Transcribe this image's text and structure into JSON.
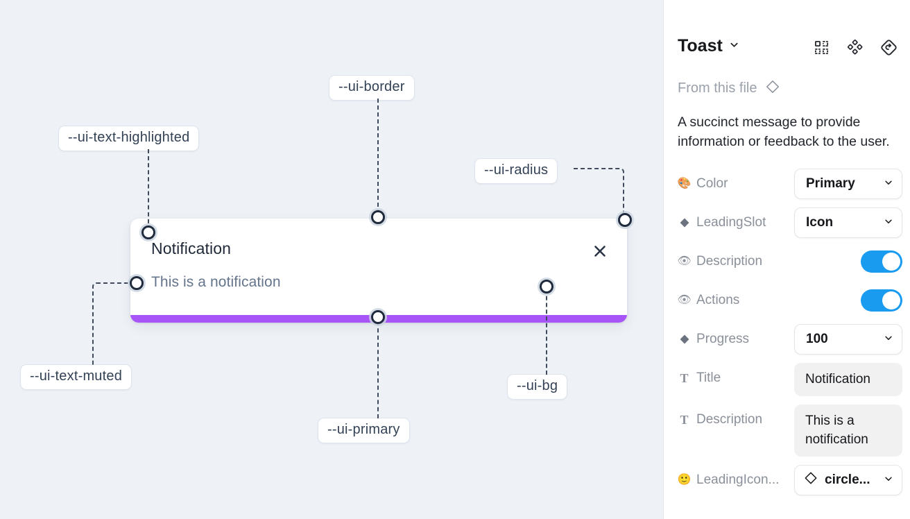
{
  "canvas": {
    "background_color": "#eef2f7",
    "toast": {
      "title": "Notification",
      "description": "This is a notification",
      "close_icon": "close-x-icon",
      "progress_color": "#a855f7",
      "progress_percent": 100,
      "background_color": "#ffffff"
    },
    "annotations": [
      {
        "label": "--ui-text-highlighted"
      },
      {
        "label": "--ui-border"
      },
      {
        "label": "--ui-radius"
      },
      {
        "label": "--ui-text-muted"
      },
      {
        "label": "--ui-primary"
      },
      {
        "label": "--ui-bg"
      }
    ]
  },
  "panel": {
    "title": "Toast",
    "title_chevron_icon": "chevron-down-icon",
    "header_icons": [
      {
        "name": "component-grid-icon"
      },
      {
        "name": "variants-diamond-icon"
      },
      {
        "name": "reset-instance-icon"
      }
    ],
    "from_file_label": "From this file",
    "from_file_icon": "diamond-icon",
    "description": "A succinct message to provide information or feedback to the user.",
    "properties": [
      {
        "icon": "palette-emoji-icon",
        "icon_glyph": "🎨",
        "icon_kind": "emoji",
        "label": "Color",
        "control": "select",
        "value": "Primary"
      },
      {
        "icon": "diamond-filled-icon",
        "icon_kind": "diamond",
        "label": "LeadingSlot",
        "control": "select",
        "value": "Icon"
      },
      {
        "icon": "eye-emoji-icon",
        "icon_glyph": "👁",
        "icon_kind": "emoji",
        "label": "Description",
        "control": "toggle",
        "value": "on"
      },
      {
        "icon": "eye-emoji-icon",
        "icon_glyph": "👁",
        "icon_kind": "emoji",
        "label": "Actions",
        "control": "toggle",
        "value": "on"
      },
      {
        "icon": "diamond-filled-icon",
        "icon_kind": "diamond",
        "label": "Progress",
        "control": "select",
        "value": "100"
      },
      {
        "icon": "text-type-icon",
        "icon_glyph": "T",
        "icon_kind": "serif-t",
        "label": "Title",
        "control": "textfield",
        "value": "Notification"
      },
      {
        "icon": "text-type-icon",
        "icon_glyph": "T",
        "icon_kind": "serif-t",
        "label": "Description",
        "control": "textfield-multiline",
        "value": "This is a notification"
      },
      {
        "icon": "smiley-emoji-icon",
        "icon_glyph": "🙂",
        "icon_kind": "emoji",
        "label": "LeadingIcon...",
        "control": "select-with-glyph",
        "value": "circle...",
        "glyph_icon": "diamond-outline-icon"
      }
    ],
    "toggle_on_color": "#199bf0",
    "field_fill_color": "#f1f1f2"
  }
}
